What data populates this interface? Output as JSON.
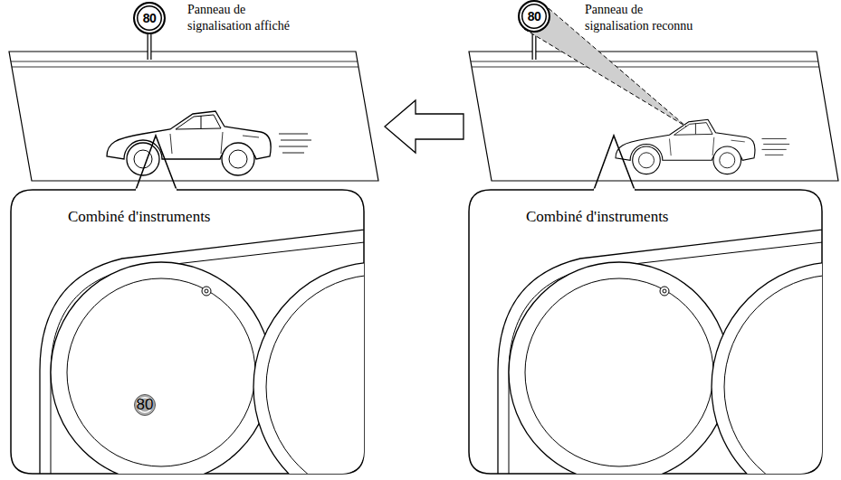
{
  "diagram": {
    "nodes": [
      {
        "text": [
          "80"
        ]
      },
      {
        "text": [
          "80"
        ]
      },
      {
        "text": [
          "Combiné d'instruments"
        ]
      },
      {
        "text": [
          "80"
        ],
        "in": 2
      },
      {
        "text": [
          "Combiné d'instruments"
        ]
      }
    ],
    "labels": [
      "Panneau de signalisation affiché",
      "Panneau de signalisation reconnu"
    ]
  }
}
